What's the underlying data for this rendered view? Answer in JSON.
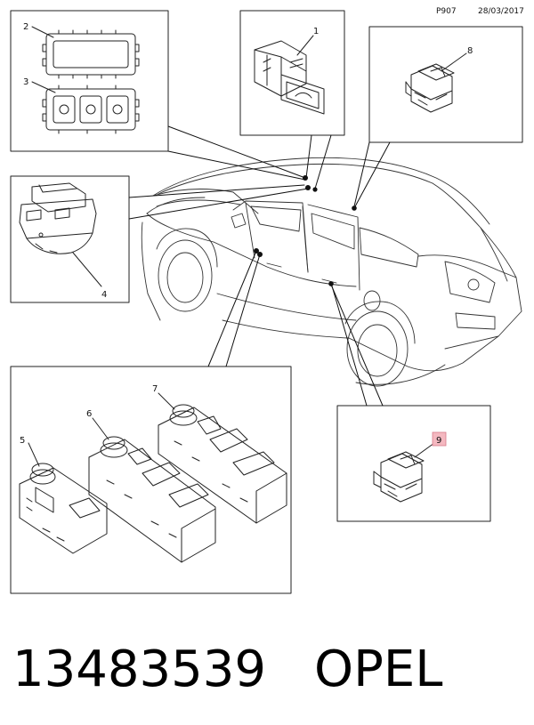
{
  "header": {
    "code": "P907",
    "date": "28/03/2017"
  },
  "callouts": [
    {
      "id": "c1",
      "label": "1"
    },
    {
      "id": "c2",
      "label": "2"
    },
    {
      "id": "c3",
      "label": "3"
    },
    {
      "id": "c4",
      "label": "4"
    },
    {
      "id": "c5",
      "label": "5"
    },
    {
      "id": "c6",
      "label": "6"
    },
    {
      "id": "c7",
      "label": "7"
    },
    {
      "id": "c8",
      "label": "8"
    },
    {
      "id": "c9",
      "label": "9"
    }
  ],
  "footer": {
    "part_number": "13483539",
    "brand": "OPEL"
  },
  "colors": {
    "line": "#222222",
    "highlight": "#f4b8c0",
    "highlight_border": "#d87a8a"
  }
}
